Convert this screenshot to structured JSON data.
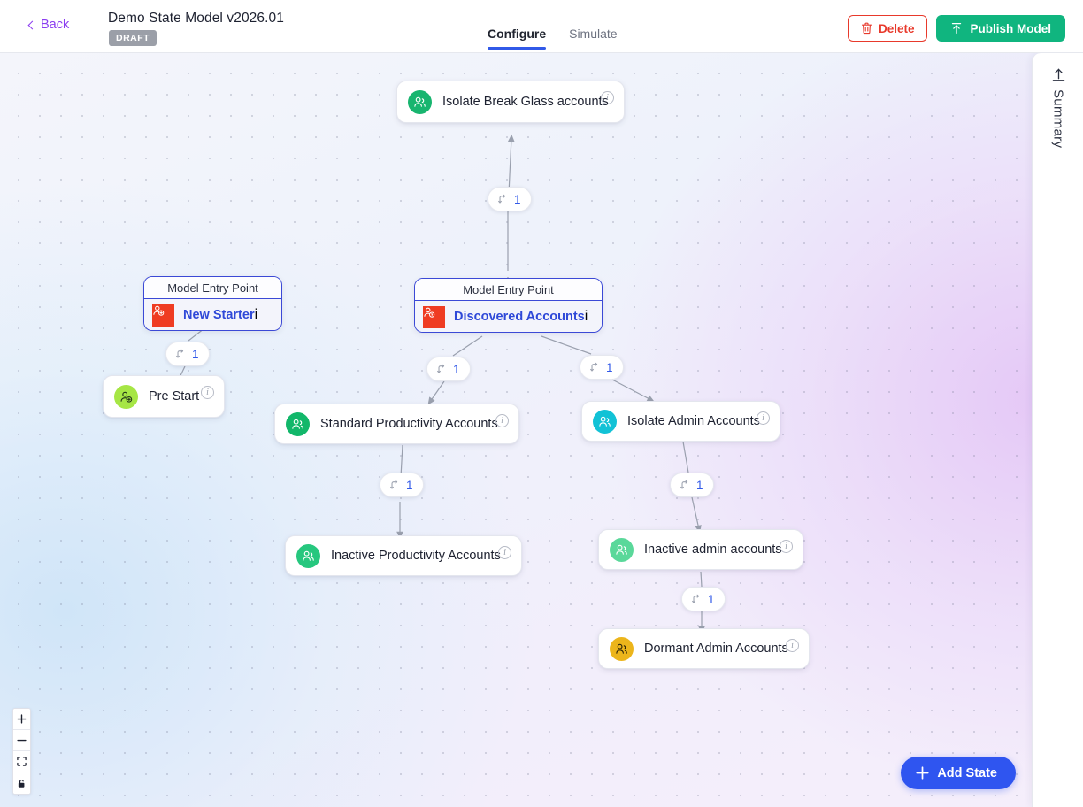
{
  "header": {
    "back_label": "Back",
    "model_title": "Demo State Model v2026.01",
    "status_badge": "DRAFT",
    "tabs": [
      {
        "label": "Configure",
        "active": true
      },
      {
        "label": "Simulate",
        "active": false
      }
    ],
    "delete_label": "Delete",
    "publish_label": "Publish Model",
    "colors": {
      "back_link": "#8b3df0",
      "delete": "#e8392b",
      "publish": "#10b57f",
      "tab_underline": "#3159e8",
      "draft_badge": "#9b9fa8"
    }
  },
  "canvas": {
    "entry_header_label": "Model Entry Point",
    "nodes": [
      {
        "id": "isolate-break-glass",
        "label": "Isolate Break Glass accounts",
        "icon": "users-icon",
        "avatar_color": "#18b56f",
        "type": "state"
      },
      {
        "id": "new-starter",
        "label": "New Starter",
        "icon": "user-plus-icon",
        "avatar_color": "#ef3c22",
        "type": "entry"
      },
      {
        "id": "discovered-accounts",
        "label": "Discovered Accounts",
        "icon": "user-question-icon",
        "avatar_color": "#ef3c22",
        "type": "entry"
      },
      {
        "id": "pre-start",
        "label": "Pre Start",
        "icon": "user-plus-icon",
        "avatar_color": "#a6e645",
        "type": "state"
      },
      {
        "id": "standard-productivity-accounts",
        "label": "Standard Productivity Accounts",
        "icon": "users-icon",
        "avatar_color": "#12b76a",
        "type": "state"
      },
      {
        "id": "isolate-admin-accounts",
        "label": "Isolate Admin Accounts",
        "icon": "users-icon",
        "avatar_color": "#12c2d6",
        "type": "state"
      },
      {
        "id": "inactive-productivity-accounts",
        "label": "Inactive Productivity Accounts",
        "icon": "users-icon",
        "avatar_color": "#26c77e",
        "type": "state"
      },
      {
        "id": "inactive-admin-accounts",
        "label": "Inactive admin accounts",
        "icon": "users-icon",
        "avatar_color": "#5ad89a",
        "type": "state"
      },
      {
        "id": "dormant-admin-accounts",
        "label": "Dormant Admin Accounts",
        "icon": "users-icon",
        "avatar_color": "#ecb51b",
        "type": "state"
      }
    ],
    "edge_badges": [
      {
        "id": "edge-discovered-to-breakglass",
        "count": "1"
      },
      {
        "id": "edge-newstarter-to-prestart",
        "count": "1"
      },
      {
        "id": "edge-discovered-to-standard",
        "count": "1"
      },
      {
        "id": "edge-discovered-to-isolateadmin",
        "count": "1"
      },
      {
        "id": "edge-standard-to-inactiveprod",
        "count": "1"
      },
      {
        "id": "edge-isolateadmin-to-inactiveadmin",
        "count": "1"
      },
      {
        "id": "edge-inactiveadmin-to-dormant",
        "count": "1"
      }
    ],
    "info_glyph": "i"
  },
  "zoom_controls": [
    {
      "id": "zoom-in",
      "icon": "plus-icon"
    },
    {
      "id": "zoom-out",
      "icon": "minus-icon"
    },
    {
      "id": "fit-view",
      "icon": "fit-screen-icon"
    },
    {
      "id": "lock-canvas",
      "icon": "lock-icon"
    }
  ],
  "summary_panel": {
    "label": "Summary",
    "icon": "collapse-arrow-icon"
  },
  "add_state": {
    "label": "Add State",
    "icon": "plus-icon",
    "color": "#2f55f0"
  }
}
